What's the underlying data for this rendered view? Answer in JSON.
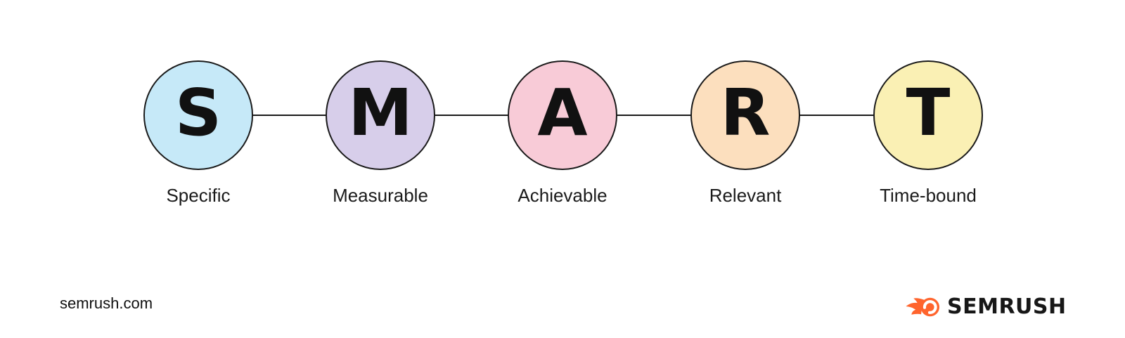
{
  "diagram": {
    "acronym": "SMART",
    "nodes": [
      {
        "letter": "S",
        "label": "Specific",
        "fill": "#C6E9F8"
      },
      {
        "letter": "M",
        "label": "Measurable",
        "fill": "#D7CEEA"
      },
      {
        "letter": "A",
        "label": "Achievable",
        "fill": "#F8CBD7"
      },
      {
        "letter": "R",
        "label": "Relevant",
        "fill": "#FCDFBE"
      },
      {
        "letter": "T",
        "label": "Time-bound",
        "fill": "#FAF0B4"
      }
    ],
    "connector_color": "#1a1a1a",
    "outline_color": "#1a1a1a",
    "letter_color": "#111111"
  },
  "footer": {
    "site_text": "semrush.com",
    "logo_text": "SEMRUSH",
    "logo_icon": "semrush-flame-icon",
    "logo_color": "#FF642D"
  }
}
